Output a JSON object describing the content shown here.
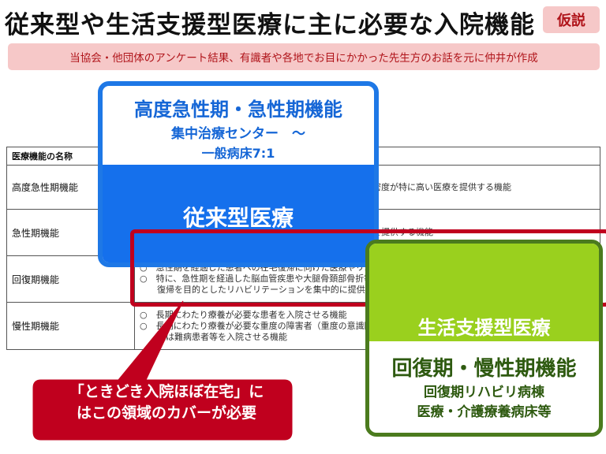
{
  "title": "従来型や生活支援型医療に主に必要な入院機能",
  "hypothesis_badge": "仮説",
  "subtitle": "当協会・他団体のアンケート結果、有識者や各地でお目にかかった先生方のお話を元に仲井が作成",
  "table": {
    "header": "医療機能の名称",
    "rows": [
      {
        "name": "高度急性期機能",
        "desc": [
          "○　急性期の患者に対し、状態の早期安定化に向けて、診療密度が特に高い医療を提供する機能"
        ]
      },
      {
        "name": "急性期機能",
        "desc": [
          "○　急性期の患者に対し、状態の早期安定化に向けて、医療を提供する機能"
        ]
      },
      {
        "name": "回復期機能",
        "desc": [
          "○　急性期を経過した患者への在宅復帰に向けた医療やリハビリテーションを提供する機能。",
          "○　特に、急性期を経過した脳血管疾患や大腿骨頚部骨折等の患者に対し、ADLの向上や在宅",
          "　　復帰を目的としたリハビリテーションを集中的に提供する機能（回復期リハビリテーション機能）"
        ]
      },
      {
        "name": "慢性期機能",
        "desc": [
          "○　長期にわたり療養が必要な患者を入院させる機能",
          "○　長期にわたり療養が必要な重度の障害者（重度の意識障害者を含む）、筋ジストロフィー患者",
          "　　又は難病患者等を入院させる機能"
        ]
      }
    ]
  },
  "blue_box": {
    "title": "高度急性期・急性期機能",
    "sub1": "集中治療センター　～",
    "sub2": "一般病床7:1",
    "banner": "従来型医療"
  },
  "green_box": {
    "banner": "生活支援型医療",
    "title": "回復期・慢性期機能",
    "sub1": "回復期リハビリ病棟",
    "sub2": "医療・介護療養病床等"
  },
  "callout": {
    "line1": "「ときどき入院ほぼ在宅」に",
    "line2": "はこの領域のカバーが必要"
  },
  "colors": {
    "blue": "#1e78e6",
    "green_fill": "#9ad01e",
    "green_border": "#4b7b1e",
    "red": "#c0001e",
    "pink": "#f6c8c8"
  }
}
